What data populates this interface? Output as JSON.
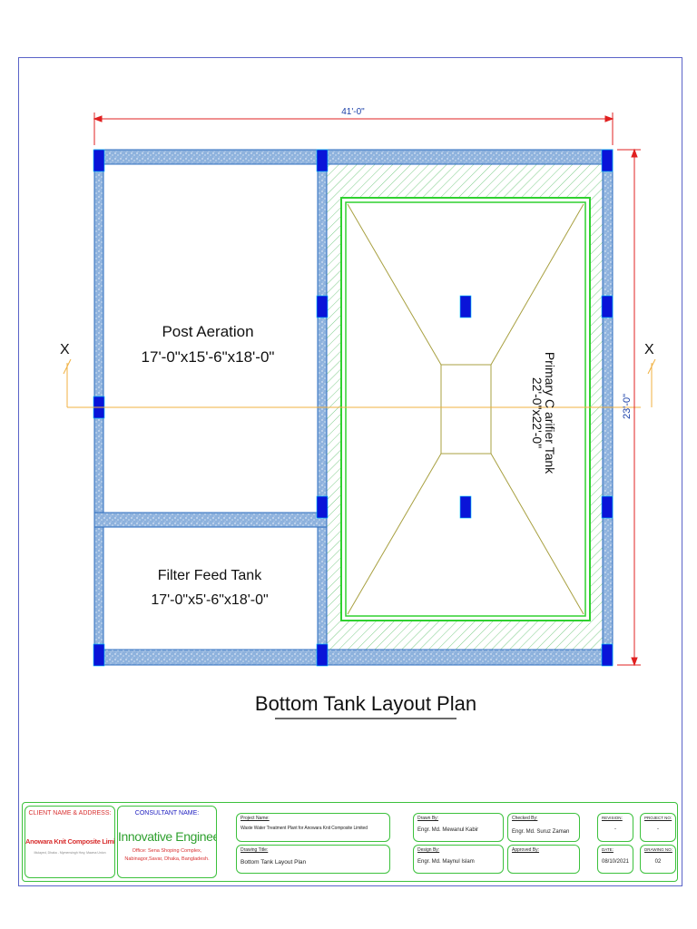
{
  "plan": {
    "dim_width": "41'-0\"",
    "dim_height": "23'-0\"",
    "section_left": "X",
    "section_right": "X",
    "title": "Bottom Tank Layout Plan"
  },
  "rooms": {
    "post_aeration_name": "Post Aeration",
    "post_aeration_size": "17'-0\"x15'-6\"x18'-0\"",
    "filter_feed_name": "Filter Feed Tank",
    "filter_feed_size": "17'-0\"x5'-6\"x18'-0\"",
    "clarifier_name": "Primary C arifier Tank",
    "clarifier_size": "22'-0\"x22'-0\""
  },
  "title_block": {
    "client_heading": "CLIENT NAME & ADDRESS:",
    "client_name": "Anowara Knit Composite Limited",
    "client_address": "Mulayed, Dhaka - Mymensingh Hwy, Mawna Union",
    "consultant_heading": "CONSULTANT NAME:",
    "consultant_name": "Innovative Engineers",
    "consultant_office_1": "Office: Sena Shoping Complex,",
    "consultant_office_2": "Nabinagor,Savar, Dhaka, Bangladesh.",
    "project_name_label": "Project Name:",
    "project_name": "Waste Water Treatment Plant for Anowara Knit Composite Limited",
    "drawing_title_label": "Drawing Title:",
    "drawing_title": "Bottom Tank Layout Plan",
    "drawn_by_label": "Drawn By:",
    "drawn_by": "Engr. Md. Mewanul Kabir",
    "design_by_label": "Design By:",
    "design_by": "Engr. Md. Maynul Islam",
    "checked_by_label": "Checked By:",
    "checked_by": "Engr. Md. Suruz Zaman",
    "approved_by_label": "Approved By:",
    "approved_by": "",
    "revision_label": "REVISION:",
    "revision": "-",
    "project_no_label": "PROJECT NO:",
    "project_no": "-",
    "date_label": "DATE:",
    "date": "08/10/2021",
    "drawing_no_label": "DRAWING NO:",
    "drawing_no": "02"
  },
  "colors": {
    "wall_fill": "#8eb2dd",
    "wall_edge": "#2f6fc0",
    "column": "#0a14d8",
    "dimension_line": "#e02020",
    "section_line": "#f0b040",
    "hatch": "#5cbf6a",
    "clarifier_edge": "#2fd12f",
    "hopper_line": "#a8a040",
    "dimension_text": "#1a3fa8",
    "client_heading": "#d83030",
    "consultant_heading": "#2020c0",
    "title_block_border": "#3cc13c"
  }
}
